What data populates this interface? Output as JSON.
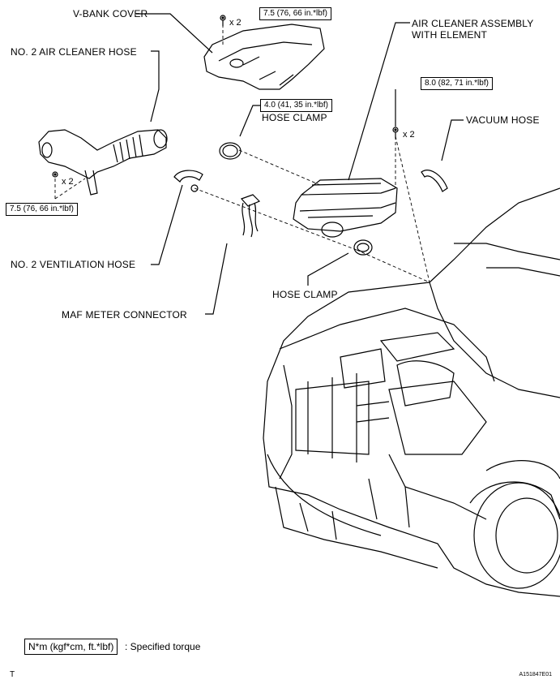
{
  "labels": {
    "v_bank_cover": "V-BANK COVER",
    "no2_air_cleaner_hose": "NO. 2 AIR CLEANER HOSE",
    "air_cleaner_assembly_line1": "AIR CLEANER ASSEMBLY",
    "air_cleaner_assembly_line2": "WITH ELEMENT",
    "vacuum_hose": "VACUUM HOSE",
    "hose_clamp_upper": "HOSE CLAMP",
    "hose_clamp_lower": "HOSE CLAMP",
    "no2_ventilation_hose": "NO. 2 VENTILATION HOSE",
    "maf_meter_connector": "MAF METER CONNECTOR"
  },
  "torques": {
    "v_bank_cover_bolt": "7.5 (76, 66 in.*lbf)",
    "hose_clamp": "4.0 (41, 35 in.*lbf)",
    "air_cleaner_bolt": "8.0 (82, 71 in.*lbf)",
    "air_cleaner_hose_bolt": "7.5 (76, 66 in.*lbf)"
  },
  "quantities": {
    "v_bank_cover_bolts": "x 2",
    "air_cleaner_bolts": "x 2",
    "air_cleaner_hose_bolts": "x 2"
  },
  "legend": {
    "unit_box": "N*m (kgf*cm, ft.*lbf)",
    "description": ": Specified torque"
  },
  "footer": {
    "left_mark": "T",
    "figure_id": "A151847E01"
  }
}
